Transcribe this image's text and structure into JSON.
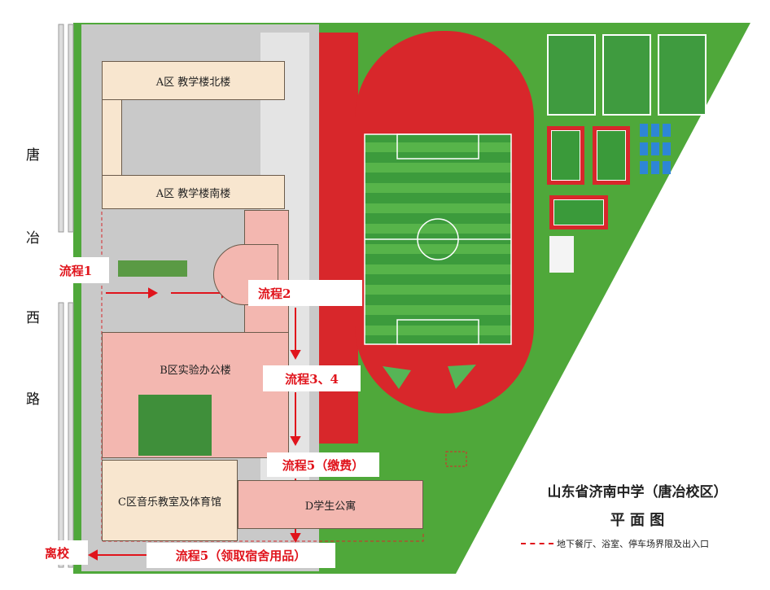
{
  "road": {
    "chars": [
      "唐",
      "冶",
      "西",
      "路"
    ]
  },
  "buildings": {
    "a_north": "A区  教学楼北楼",
    "a_south": "A区  教学楼南楼",
    "b": "B区实验办公楼",
    "c": "C区音乐教室及体育馆",
    "d": "D学生公寓"
  },
  "steps": {
    "s1": "流程1",
    "s2": "流程2",
    "s34": "流程3、4",
    "s5a": "流程5（缴费）",
    "s5b": "流程5（领取宿舍用品）",
    "leave": "离校"
  },
  "title": {
    "line1": "山东省济南中学（唐冶校区）",
    "line2": "平 面 图"
  },
  "legend": {
    "text": "地下餐厅、浴室、停车场界限及出入口"
  },
  "colors": {
    "arrow": "#e0141c",
    "grass": "#4fa83a",
    "track": "#d8272b"
  }
}
